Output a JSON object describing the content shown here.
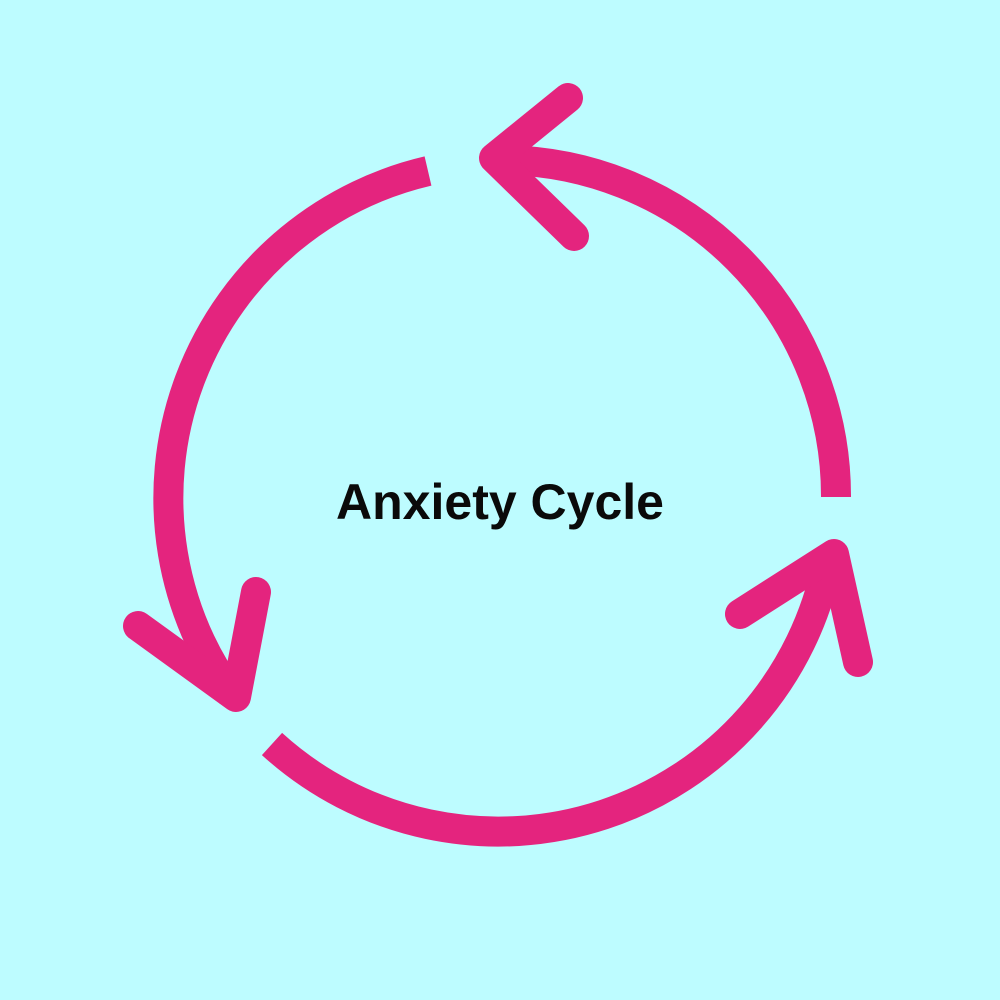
{
  "diagram": {
    "center_label": "Anxiety Cycle",
    "arrow_count": 3,
    "direction": "counter-clockwise"
  },
  "colors": {
    "background": "#bdfcff",
    "arrow": "#e4247e",
    "text": "#0a0a0a"
  }
}
